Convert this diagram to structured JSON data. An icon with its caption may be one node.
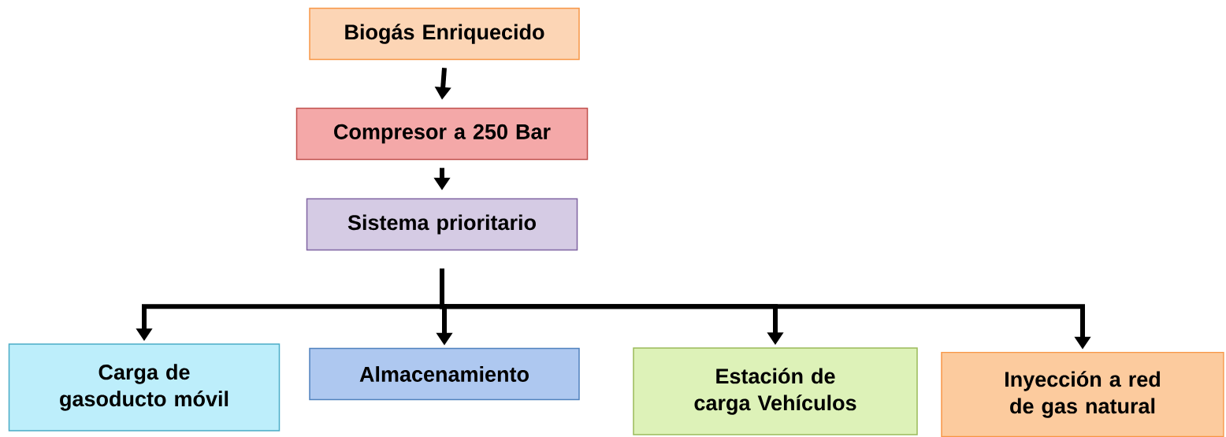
{
  "diagram": {
    "nodes": [
      {
        "text": [
          "Biogás Enriquecido"
        ]
      },
      {
        "text": [
          "Compresor a 250 Bar"
        ]
      },
      {
        "text": [
          "Sistema prioritario"
        ]
      },
      {
        "text": [
          "Carga de gasoducto móvil"
        ]
      },
      {
        "text": [
          "Almacenamiento"
        ]
      },
      {
        "text": [
          "Estación de carga Vehículos"
        ]
      },
      {
        "text": [
          "Inyección a red de gas natural"
        ]
      }
    ],
    "edges": [
      {
        "from": 0,
        "to": 1,
        "arrow": "to"
      },
      {
        "from": 1,
        "to": 2,
        "arrow": "to"
      },
      {
        "from": 2,
        "to": 3,
        "arrow": "to"
      },
      {
        "from": 2,
        "to": 4,
        "arrow": "to"
      },
      {
        "from": 2,
        "to": 5,
        "arrow": "to"
      },
      {
        "from": 2,
        "to": 6,
        "arrow": "to"
      }
    ]
  }
}
